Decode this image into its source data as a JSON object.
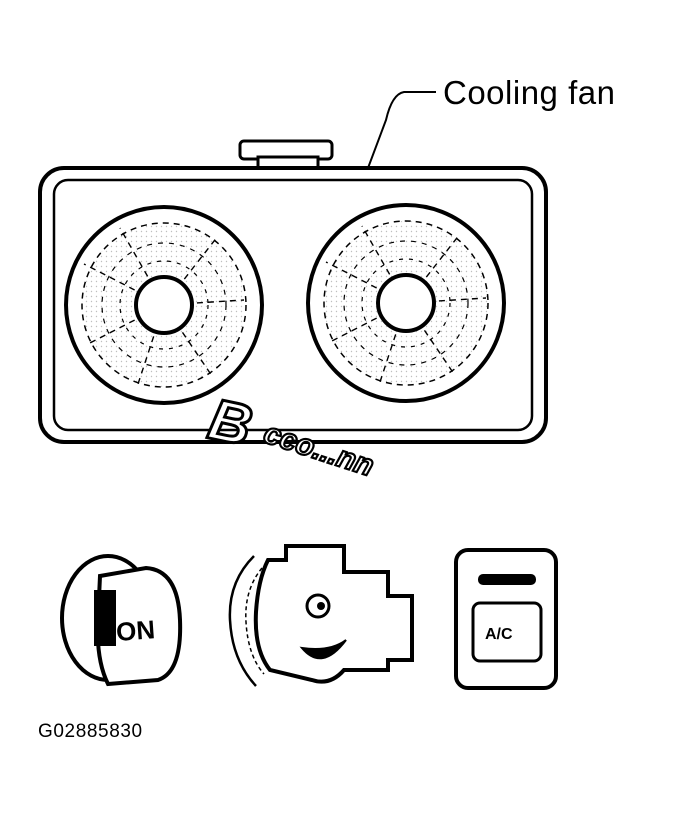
{
  "callout": {
    "cooling_fan": "Cooling fan"
  },
  "sound_effect": {
    "first_letter": "B",
    "rest": "cco...nn"
  },
  "ignition_key": {
    "label": "ON"
  },
  "ac_switch": {
    "label": "A/C"
  },
  "figure_id": "G02885830",
  "colors": {
    "ink": "#000000",
    "paper": "#ffffff",
    "shade": "#d9d9d9"
  },
  "icons": [
    "cooling-fan-assembly-icon",
    "ignition-key-icon",
    "engine-character-icon",
    "ac-switch-icon"
  ]
}
